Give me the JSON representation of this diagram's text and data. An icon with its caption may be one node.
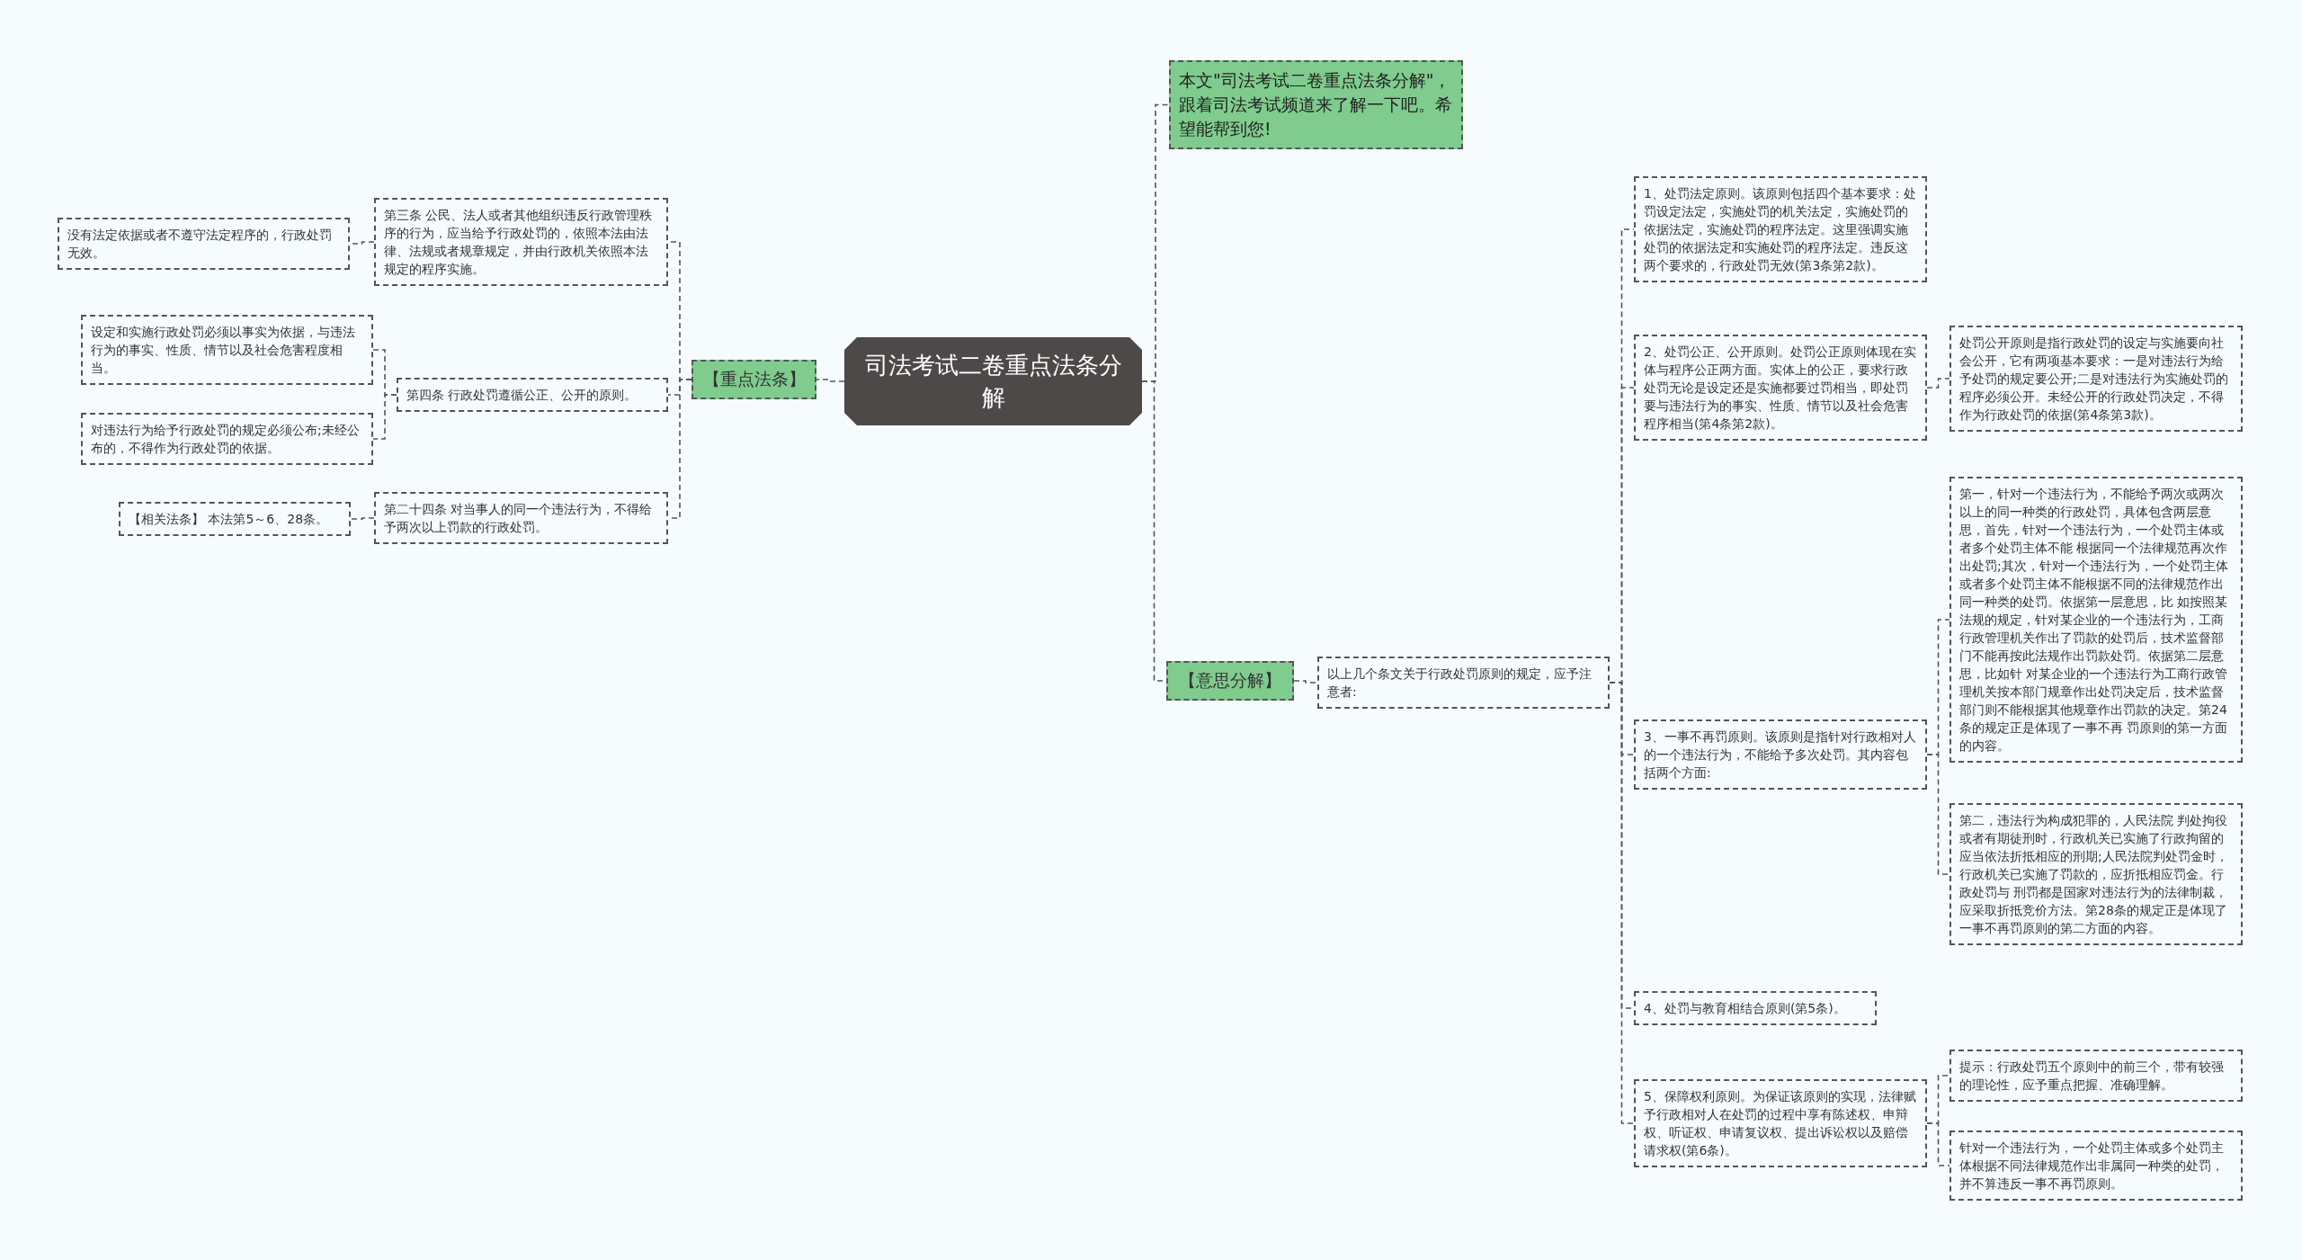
{
  "diagram": {
    "nodes": [
      {
        "text": [
          "司法考试二卷重点法条分解"
        ]
      },
      {
        "text": [
          "本文\"司法考试二卷重点法条分解\"，跟着司法考试频道来了解一下吧。希望能帮到您!"
        ]
      },
      {
        "text": [
          "【重点法条】"
        ]
      },
      {
        "text": [
          "第三条 公民、法人或者其他组织违反行政管理秩序的行为，应当给予行政处罚的，依照本法由法律、法规或者规章规定，并由行政机关依照本法规定的程序实施。"
        ]
      },
      {
        "text": [
          "没有法定依据或者不遵守法定程序的，行政处罚无效。"
        ]
      },
      {
        "text": [
          "第四条 行政处罚遵循公正、公开的原则。"
        ]
      },
      {
        "text": [
          "设定和实施行政处罚必须以事实为依据，与违法行为的事实、性质、情节以及社会危害程度相当。"
        ]
      },
      {
        "text": [
          "对违法行为给予行政处罚的规定必须公布;未经公布的，不得作为行政处罚的依据。"
        ]
      },
      {
        "text": [
          "第二十四条 对当事人的同一个违法行为，不得给予两次以上罚款的行政处罚。"
        ]
      },
      {
        "text": [
          "【相关法条】 本法第5～6、28条。"
        ]
      },
      {
        "text": [
          "【意思分解】"
        ]
      },
      {
        "text": [
          "以上几个条文关于行政处罚原则的规定，应予注意者:"
        ]
      },
      {
        "text": [
          "1、处罚法定原则。该原则包括四个基本要求：处罚设定法定，实施处罚的机关法定，实施处罚的依据法定，实施处罚的程序法定。这里强调实施处罚的依据法定和实施处罚的程序法定。违反这两个要求的，行政处罚无效(第3条第2款)。"
        ]
      },
      {
        "text": [
          "2、处罚公正、公开原则。处罚公正原则体现在实体与程序公正两方面。实体上的公正，要求行政处罚无论是设定还是实施都要过罚相当，即处罚要与违法行为的事实、性质、情节以及社会危害程序相当(第4条第2款)。"
        ]
      },
      {
        "text": [
          "处罚公开原则是指行政处罚的设定与实施要向社会公开，它有两项基本要求：一是对违法行为给予处罚的规定要公开;二是对违法行为实施处罚的程序必须公开。未经公开的行政处罚决定，不得作为行政处罚的依据(第4条第3款)。"
        ]
      },
      {
        "text": [
          "3、一事不再罚原则。该原则是指针对行政相对人的一个违法行为，不能给予多次处罚。其内容包括两个方面:"
        ]
      },
      {
        "text": [
          "第一，针对一个违法行为，不能给予两次或两次以上的同一种类的行政处罚，具体包含两层意思，首先，针对一个违法行为，一个处罚主体或者多个处罚主体不能 根据同一个法律规范再次作出处罚;其次，针对一个违法行为，一个处罚主体或者多个处罚主体不能根据不同的法律规范作出同一种类的处罚。依据第一层意思，比 如按照某法规的规定，针对某企业的一个违法行为，工商行政管理机关作出了罚款的处罚后，技术监督部门不能再按此法规作出罚款处罚。依据第二层意思，比如针 对某企业的一个违法行为工商行政管理机关按本部门规章作出处罚决定后，技术监督部门则不能根据其他规章作出罚款的决定。第24条的规定正是体现了一事不再 罚原则的第一方面的内容。"
        ]
      },
      {
        "text": [
          "第二，违法行为构成犯罪的，人民法院 判处拘役或者有期徒刑时，行政机关已实施了行政拘留的应当依法折抵相应的刑期;人民法院判处罚金时，行政机关已实施了罚款的，应折抵相应罚金。行政处罚与 刑罚都是国家对违法行为的法律制裁，应采取折抵竞价方法。第28条的规定正是体现了一事不再罚原则的第二方面的内容。"
        ]
      },
      {
        "text": [
          "4、处罚与教育相结合原则(第5条)。"
        ]
      },
      {
        "text": [
          "5、保障权利原则。为保证该原则的实现，法律赋予行政相对人在处罚的过程中享有陈述权、申辩权、听证权、申请复议权、提出诉讼权以及赔偿请求权(第6条)。"
        ]
      },
      {
        "text": [
          "提示：行政处罚五个原则中的前三个，带有较强的理论性，应予重点把握、准确理解。"
        ]
      },
      {
        "text": [
          "针对一个违法行为，一个处罚主体或多个处罚主体根据不同法律规范作出非属同一种类的处罚，并不算违反一事不再罚原则。"
        ]
      }
    ],
    "edges": [
      {
        "from": 0,
        "to": 1,
        "arrow": "none"
      },
      {
        "from": 0,
        "to": 2,
        "arrow": "none"
      },
      {
        "from": 2,
        "to": 3,
        "arrow": "none"
      },
      {
        "from": 3,
        "to": 4,
        "arrow": "none"
      },
      {
        "from": 2,
        "to": 5,
        "arrow": "none"
      },
      {
        "from": 5,
        "to": 6,
        "arrow": "none"
      },
      {
        "from": 5,
        "to": 7,
        "arrow": "none"
      },
      {
        "from": 2,
        "to": 8,
        "arrow": "none"
      },
      {
        "from": 8,
        "to": 9,
        "arrow": "none"
      },
      {
        "from": 0,
        "to": 10,
        "arrow": "none"
      },
      {
        "from": 10,
        "to": 11,
        "arrow": "none"
      },
      {
        "from": 11,
        "to": 12,
        "arrow": "none"
      },
      {
        "from": 11,
        "to": 13,
        "arrow": "none"
      },
      {
        "from": 13,
        "to": 14,
        "arrow": "none"
      },
      {
        "from": 11,
        "to": 15,
        "arrow": "none"
      },
      {
        "from": 15,
        "to": 16,
        "arrow": "none"
      },
      {
        "from": 15,
        "to": 17,
        "arrow": "none"
      },
      {
        "from": 11,
        "to": 18,
        "arrow": "none"
      },
      {
        "from": 11,
        "to": 19,
        "arrow": "none"
      },
      {
        "from": 19,
        "to": 20,
        "arrow": "none"
      },
      {
        "from": 19,
        "to": 21,
        "arrow": "none"
      }
    ]
  }
}
